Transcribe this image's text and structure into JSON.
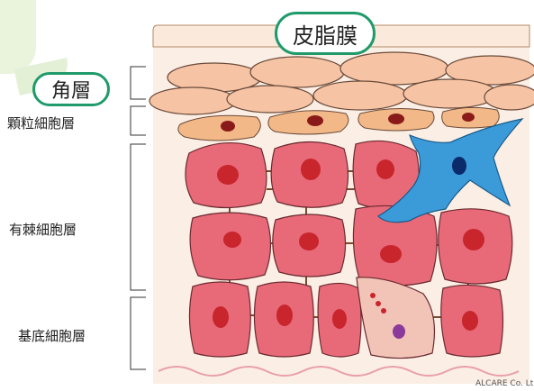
{
  "title": "皮脂膜",
  "layers": {
    "kakuso": "角層",
    "kanryu": "顆粒細胞層",
    "yukyoku": "有棘細胞層",
    "kitei": "基底細胞層"
  },
  "credit": "ALCARE Co. Lt",
  "colors": {
    "accent_green": "#1f9a6a",
    "horny_cell": "#f6c4a4",
    "granular_cell": "#f2b887",
    "spinous_cell": "#e86a78",
    "nucleus": "#c8252c",
    "langerhans_cell": "#3a9bd8",
    "merkel_cell": "#f2c4b8",
    "background_tissue": "#fbeee4"
  }
}
